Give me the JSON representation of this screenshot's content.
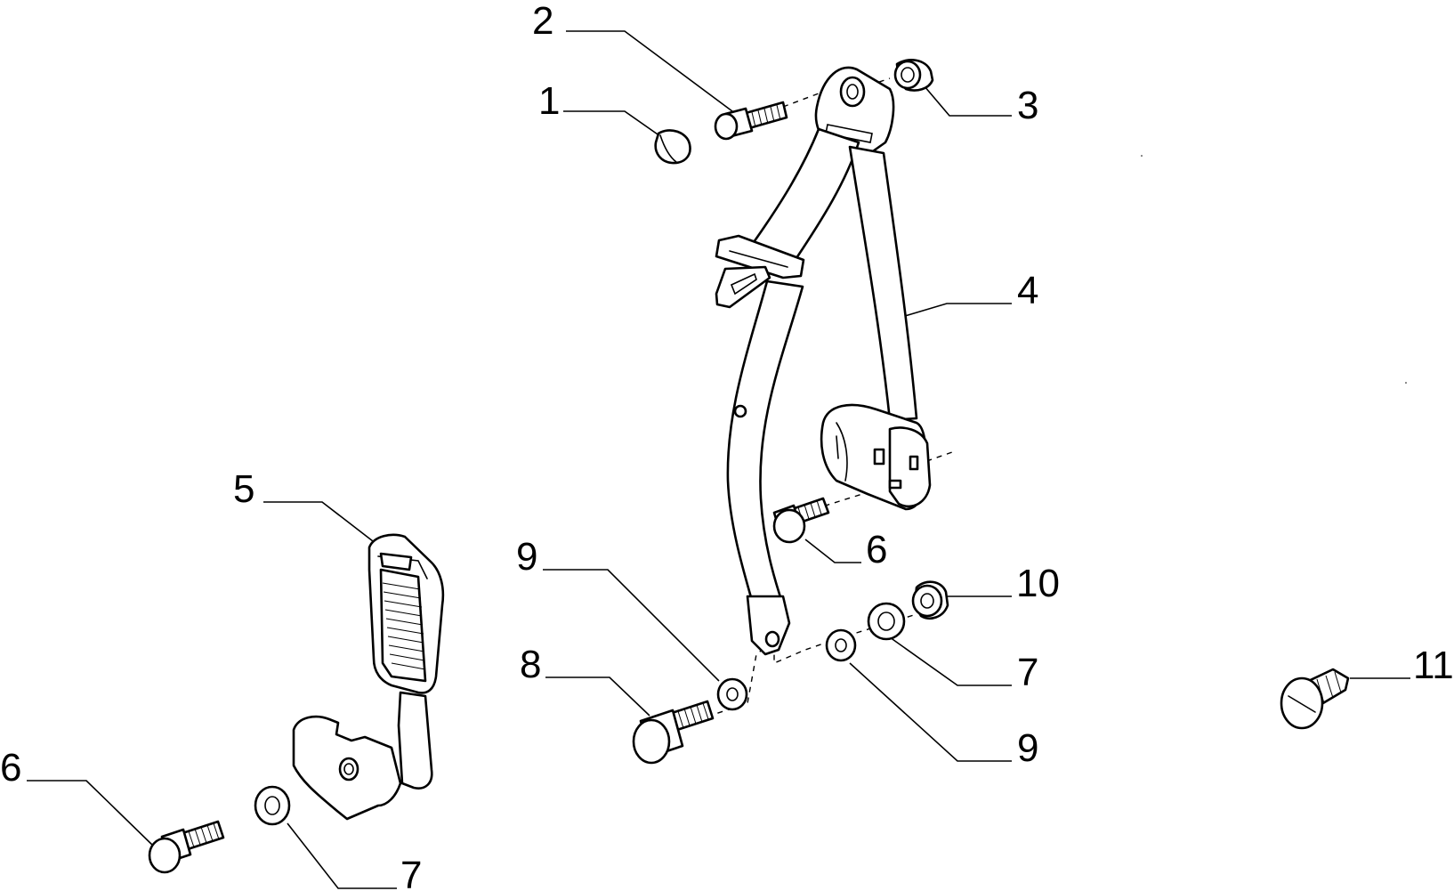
{
  "labels": {
    "l1": "1",
    "l2": "2",
    "l3": "3",
    "l4": "4",
    "l5": "5",
    "l6a": "6",
    "l6b": "6",
    "l7a": "7",
    "l7b": "7",
    "l8": "8",
    "l9a": "9",
    "l9b": "9",
    "l10": "10",
    "l11": "11"
  },
  "parts": {
    "p1": "cap-icon",
    "p2": "bolt-icon",
    "p3": "bushing-icon",
    "p4": "seat-belt-retractor-icon",
    "p5": "buckle-icon",
    "p6": "bolt-icon",
    "p7": "washer-icon",
    "p8": "bolt-icon",
    "p9": "washer-icon",
    "p10": "spacer-icon",
    "p11": "push-rivet-icon"
  }
}
